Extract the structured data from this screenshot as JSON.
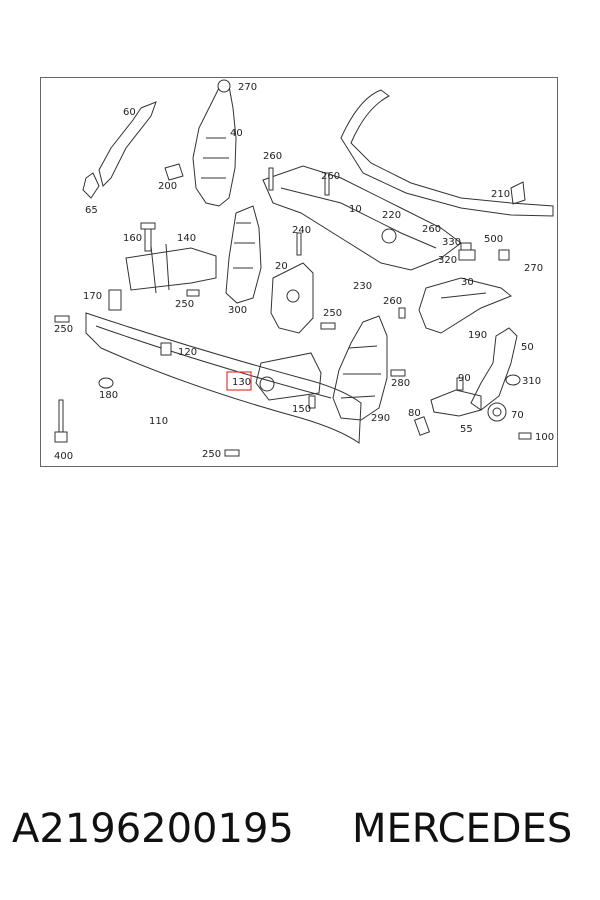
{
  "callouts": {
    "c270a": "270",
    "c40": "40",
    "c60": "60",
    "c200": "200",
    "c65": "65",
    "c260a": "260",
    "c260b": "260",
    "c10": "10",
    "c220": "220",
    "c260c": "260",
    "c210": "210",
    "c160": "160",
    "c140": "140",
    "c240": "240",
    "c330": "330",
    "c500": "500",
    "c320": "320",
    "c270b": "270",
    "c20": "20",
    "c230": "230",
    "c30": "30",
    "c170": "170",
    "c250a": "250",
    "c300": "300",
    "c260d": "260",
    "c250b": "250",
    "c250c": "250",
    "c190": "190",
    "c120": "120",
    "c50": "50",
    "c180": "180",
    "c130": "130",
    "c280": "280",
    "c90": "90",
    "c310": "310",
    "c150": "150",
    "c290": "290",
    "c80": "80",
    "c70": "70",
    "c110": "110",
    "c55": "55",
    "c100": "100",
    "c400": "400",
    "c250d": "250"
  },
  "highlight": {
    "label": "130",
    "color": "#e53935"
  },
  "footer": {
    "part_number": "A2196200195",
    "brand": "MERCEDES"
  }
}
